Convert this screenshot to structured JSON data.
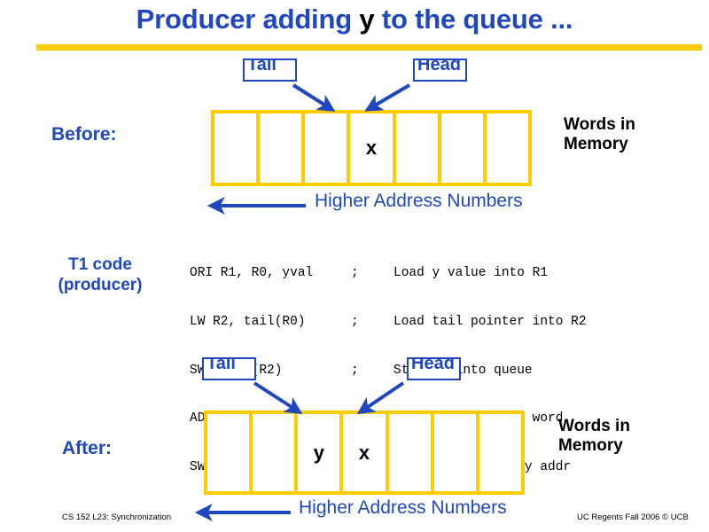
{
  "slide": {
    "title_prefix": "Producer adding ",
    "title_emph": "y",
    "title_suffix": " to the queue ...",
    "accent_yellow": "#ffcc00",
    "accent_blue": "#1f48c0"
  },
  "before": {
    "row_label": "Before:",
    "tail_label": "Tail",
    "head_label": "Head",
    "words_label_line1": "Words in",
    "words_label_line2": "Memory",
    "address_label": "Higher Address Numbers",
    "cells": [
      "",
      "",
      "",
      "x",
      "",
      "",
      ""
    ]
  },
  "code": {
    "side_label_line1": "T1 code",
    "side_label_line2": "(producer)",
    "rows": [
      {
        "instruction": "ORI R1, R0, yval",
        "sep": ";",
        "comment": "Load y value into R1"
      },
      {
        "instruction": "LW R2, tail(R0)",
        "sep": ";",
        "comment": "Load tail pointer into R2"
      },
      {
        "instruction": "SW R1, 0(R2)",
        "sep": ";",
        "comment": "Store y into queue"
      },
      {
        "instruction": "ADDI R2, R2, 4",
        "sep": ";",
        "comment": "Shift tail by one word"
      },
      {
        "instruction": "SW R2 0(tail)",
        "sep": ";",
        "comment": "Update tail memory addr"
      }
    ]
  },
  "after": {
    "row_label": "After:",
    "tail_label": "Tail",
    "head_label": "Head",
    "words_label_line1": "Words in",
    "words_label_line2": "Memory",
    "address_label": "Higher Address Numbers",
    "cells": [
      "",
      "",
      "y",
      "x",
      "",
      "",
      ""
    ]
  },
  "footer": {
    "left": "CS 152 L23: Synchronization",
    "right": "UC Regents Fall 2006 © UCB"
  }
}
